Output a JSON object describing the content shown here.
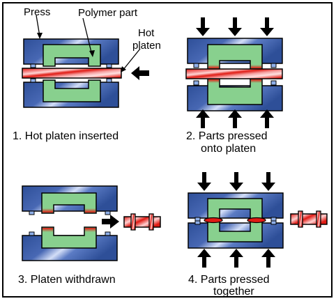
{
  "labels": {
    "press": "Press",
    "polymer_part": "Polymer part",
    "hot_platen_line1": "Hot",
    "hot_platen_line2": "platen"
  },
  "steps": [
    {
      "line1": "1. Hot platen inserted",
      "line2": ""
    },
    {
      "line1": "2. Parts pressed",
      "line2": "onto platen"
    },
    {
      "line1": "3. Platen withdrawn",
      "line2": ""
    },
    {
      "line1": "4. Parts pressed",
      "line2": "together"
    }
  ],
  "colors": {
    "press_dark": "#2e4f98",
    "press_light": "#c9d6f4",
    "polymer": "#88d08e",
    "platen_red": "#e01b14",
    "platen_light": "#ffc7c7",
    "outline": "#000000",
    "border": "#000000"
  },
  "icons": [
    "arrow-left-icon",
    "arrow-down-icon",
    "arrow-up-icon",
    "arrow-right-icon"
  ]
}
